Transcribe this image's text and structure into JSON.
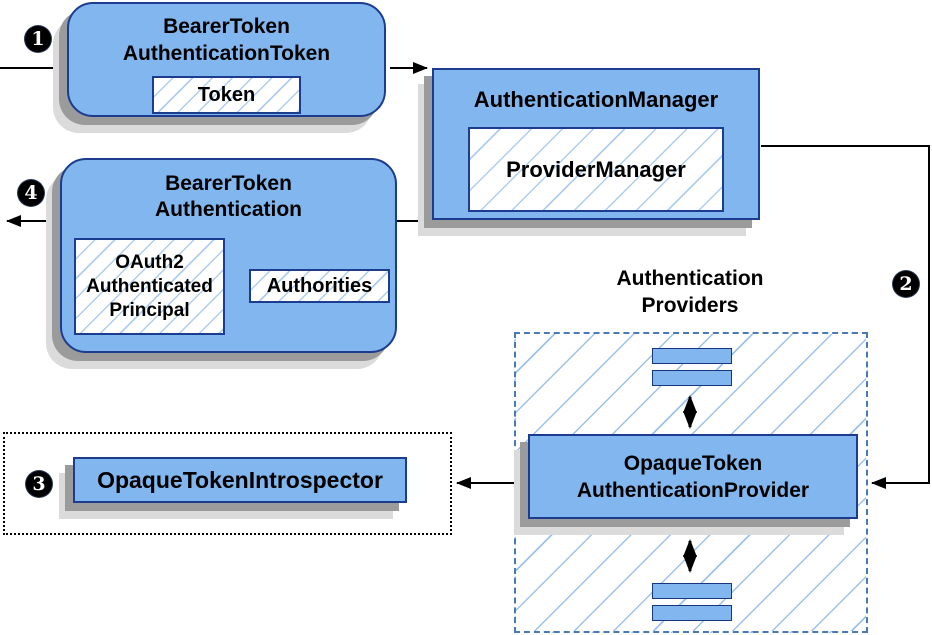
{
  "colors": {
    "node_fill": "#82B6EE",
    "node_border": "#1B3C8F",
    "hatch_line": "#AECDF0",
    "region_dash_border": "#4A7AB5",
    "shadow_dark": "#9B9B9B",
    "shadow_light": "#DBDBDB",
    "connector": "#000000",
    "badge_bg": "#000000",
    "badge_text": "#FFFFFF"
  },
  "badges": {
    "step1": "1",
    "step2": "2",
    "step3": "3",
    "step4": "4"
  },
  "nodes": {
    "bearer_token_authentication_token": {
      "title_line1": "BearerToken",
      "title_line2": "AuthenticationToken",
      "token_label": "Token"
    },
    "authentication_manager": {
      "title": "AuthenticationManager",
      "provider_manager_label": "ProviderManager"
    },
    "bearer_token_authentication": {
      "title_line1": "BearerToken",
      "title_line2": "Authentication",
      "principal_line1": "OAuth2",
      "principal_line2": "Authenticated",
      "principal_line3": "Principal",
      "authorities_label": "Authorities"
    },
    "providers_group": {
      "title_line1": "Authentication",
      "title_line2": "Providers"
    },
    "opaque_token_authentication_provider": {
      "title_line1": "OpaqueToken",
      "title_line2": "AuthenticationProvider"
    },
    "opaque_token_introspector": {
      "label": "OpaqueTokenIntrospector"
    }
  }
}
